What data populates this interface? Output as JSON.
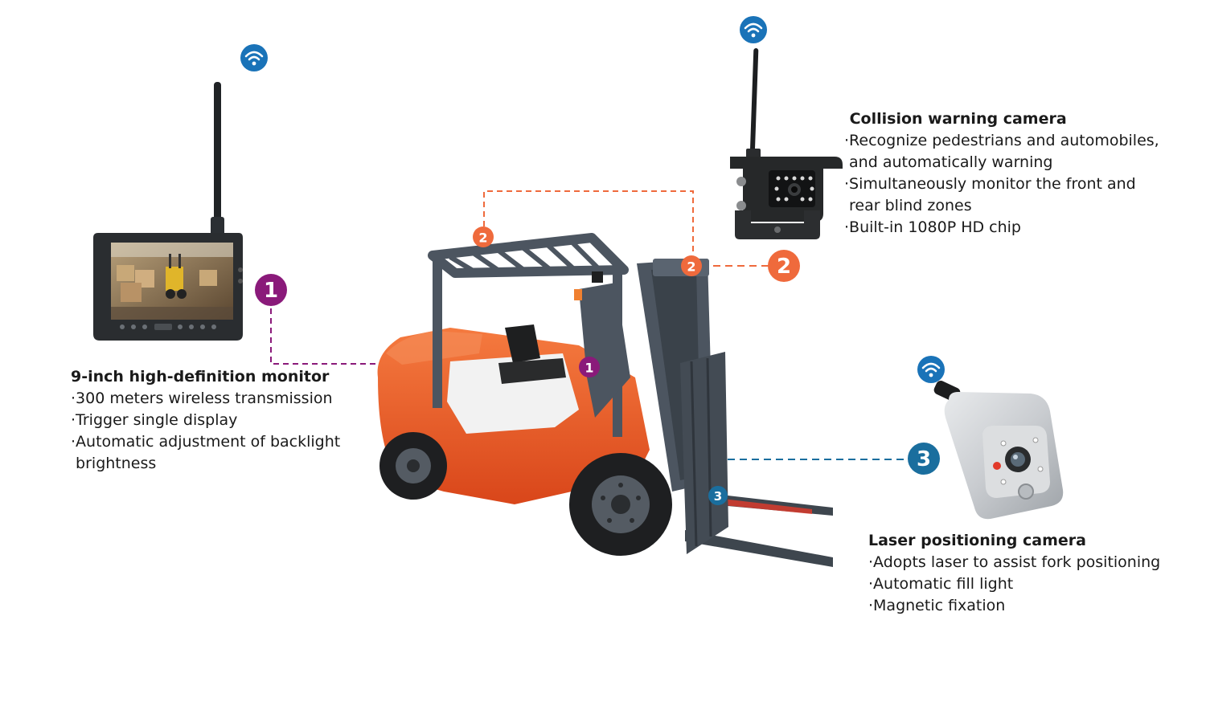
{
  "colors": {
    "monitor_accent": "#8a1a7a",
    "collision_accent": "#ef6a3c",
    "laser_accent": "#1a6e9e",
    "wifi_badge": "#1a73b8",
    "forklift_body": "#ee5a22",
    "forklift_frame": "#4c5560"
  },
  "icons": {
    "wifi": "wifi-icon",
    "monitor": "monitor-device-icon",
    "collision_camera": "collision-camera-icon",
    "laser_camera": "laser-camera-icon",
    "forklift": "forklift-illustration"
  },
  "markers": {
    "monitor": "1",
    "collision": "2",
    "laser": "3"
  },
  "monitor_block": {
    "title": "9-inch high-definition monitor",
    "lines": [
      "·300 meters wireless transmission",
      "·Trigger single display",
      "·Automatic adjustment of backlight",
      " brightness"
    ]
  },
  "collision_block": {
    "title": " Collision warning camera",
    "lines": [
      "·Recognize pedestrians and automobiles,",
      " and automatically warning",
      "·Simultaneously monitor the front and",
      " rear blind zones",
      "·Built-in 1080P HD chip"
    ]
  },
  "laser_block": {
    "title": "Laser positioning camera",
    "lines": [
      "·Adopts laser to assist fork positioning",
      "·Automatic fill light",
      "·Magnetic fixation"
    ]
  }
}
